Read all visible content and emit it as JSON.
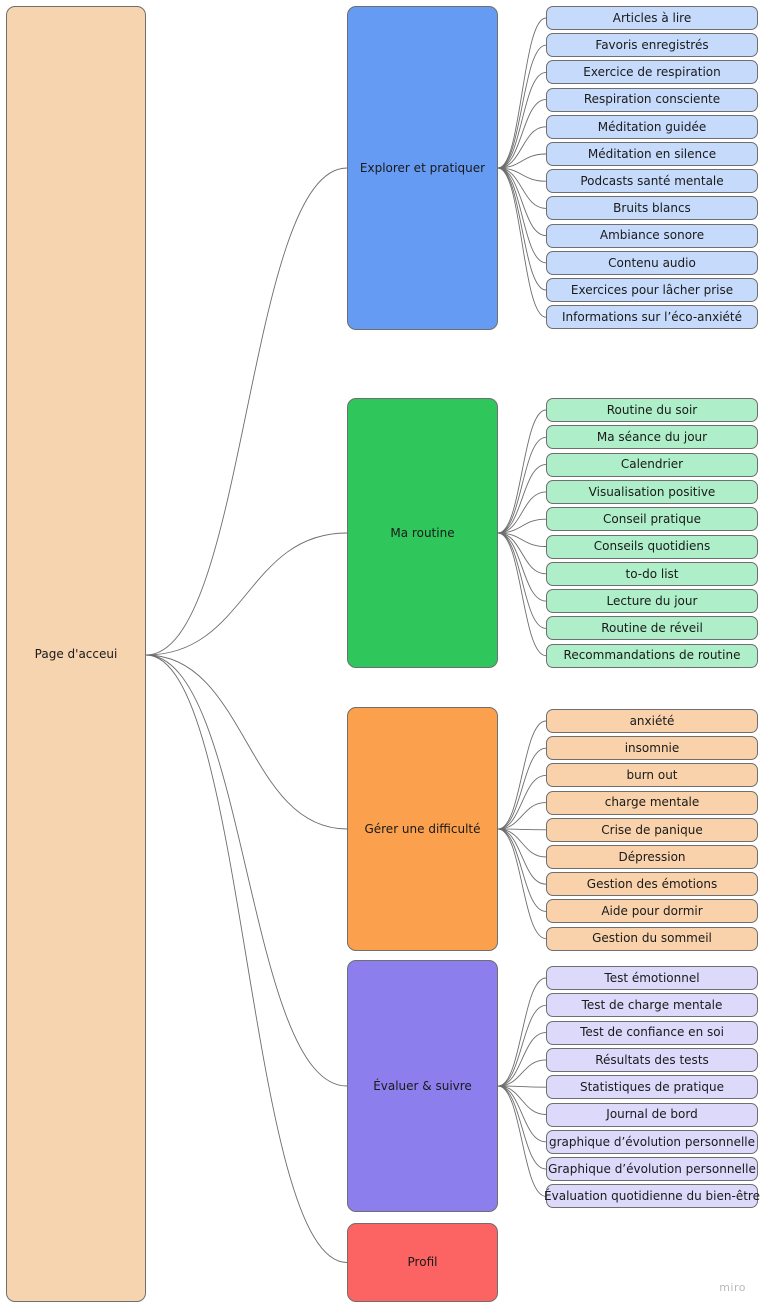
{
  "root": {
    "label": "Page d'acceui",
    "color": "#f7d4b0"
  },
  "categories": [
    {
      "label": "Explorer et pratiquer",
      "color": "#659bf3",
      "leaf_color": "#c6dafc",
      "items": [
        "Articles à lire",
        "Favoris enregistrés",
        "Exercice de respiration",
        "Respiration consciente",
        "Méditation guidée",
        "Méditation en silence",
        "Podcasts santé mentale",
        "Bruits blancs",
        "Ambiance sonore",
        "Contenu audio",
        "Exercices pour lâcher prise",
        "Informations sur l’éco-anxiété"
      ]
    },
    {
      "label": "Ma routine",
      "color": "#2fc75b",
      "leaf_color": "#aeeec8",
      "items": [
        "Routine du soir",
        "Ma séance du jour",
        "Calendrier",
        "Visualisation positive",
        "Conseil pratique",
        "Conseils quotidiens",
        "to-do list",
        "Lecture du jour",
        "Routine de réveil",
        "Recommandations de routine"
      ]
    },
    {
      "label": "Gérer une difficulté",
      "color": "#fba04c",
      "leaf_color": "#f9d2ab",
      "items": [
        "anxiété",
        "insomnie",
        "burn out",
        "charge mentale",
        "Crise de panique",
        "Dépression",
        "Gestion des émotions",
        "Aide pour dormir",
        "Gestion du sommeil"
      ]
    },
    {
      "label": "Évaluer & suivre",
      "color": "#8d7eee",
      "leaf_color": "#dcd9fb",
      "items": [
        "Test émotionnel",
        "Test de charge mentale",
        "Test de confiance en soi",
        "Résultats des tests",
        "Statistiques de pratique",
        "Journal de bord",
        "graphique d’évolution personnelle",
        "Graphique d’évolution personnelle",
        "Évaluation quotidienne du bien-être"
      ]
    },
    {
      "label": "Profil",
      "color": "#fc6363",
      "leaf_color": "#fc6363",
      "items": []
    }
  ],
  "watermark": "miro"
}
